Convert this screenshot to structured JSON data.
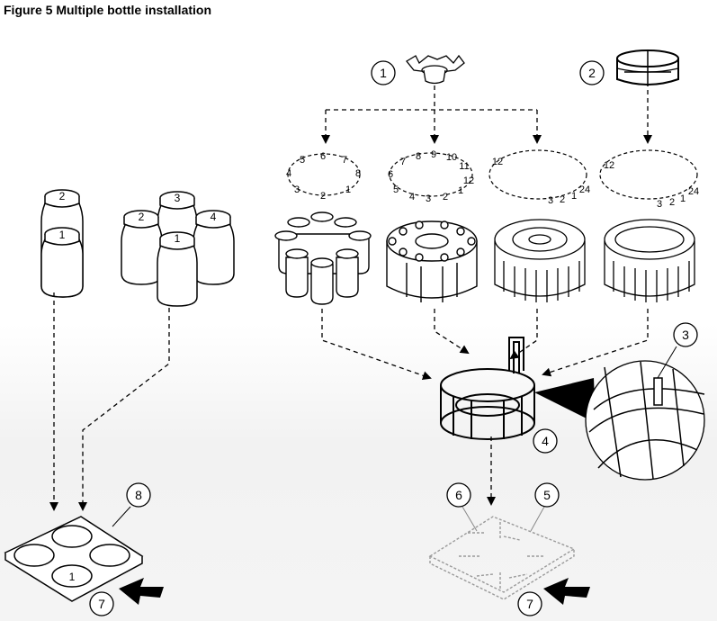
{
  "figure": {
    "title": "Figure 5  Multiple bottle installation"
  },
  "callouts": {
    "c1": "1",
    "c2": "2",
    "c3": "3",
    "c4": "4",
    "c5": "5",
    "c6": "6",
    "c7a": "7",
    "c7b": "7",
    "c8": "8"
  },
  "bottles": {
    "two_stack": [
      "2",
      "1"
    ],
    "four_cluster": [
      "3",
      "2",
      "4",
      "1"
    ],
    "tray_bottle": "1"
  },
  "rings": {
    "eight": [
      "5",
      "6",
      "7",
      "4",
      "8",
      "3",
      "2",
      "1"
    ],
    "twelve": [
      "7",
      "8",
      "9",
      "10",
      "6",
      "11",
      "12",
      "5",
      "4",
      "3",
      "2",
      "1"
    ],
    "twentyfour_a": [
      "12",
      "3",
      "2",
      "1",
      "24"
    ],
    "twentyfour_b": [
      "12",
      "3",
      "2",
      "1",
      "24"
    ]
  }
}
